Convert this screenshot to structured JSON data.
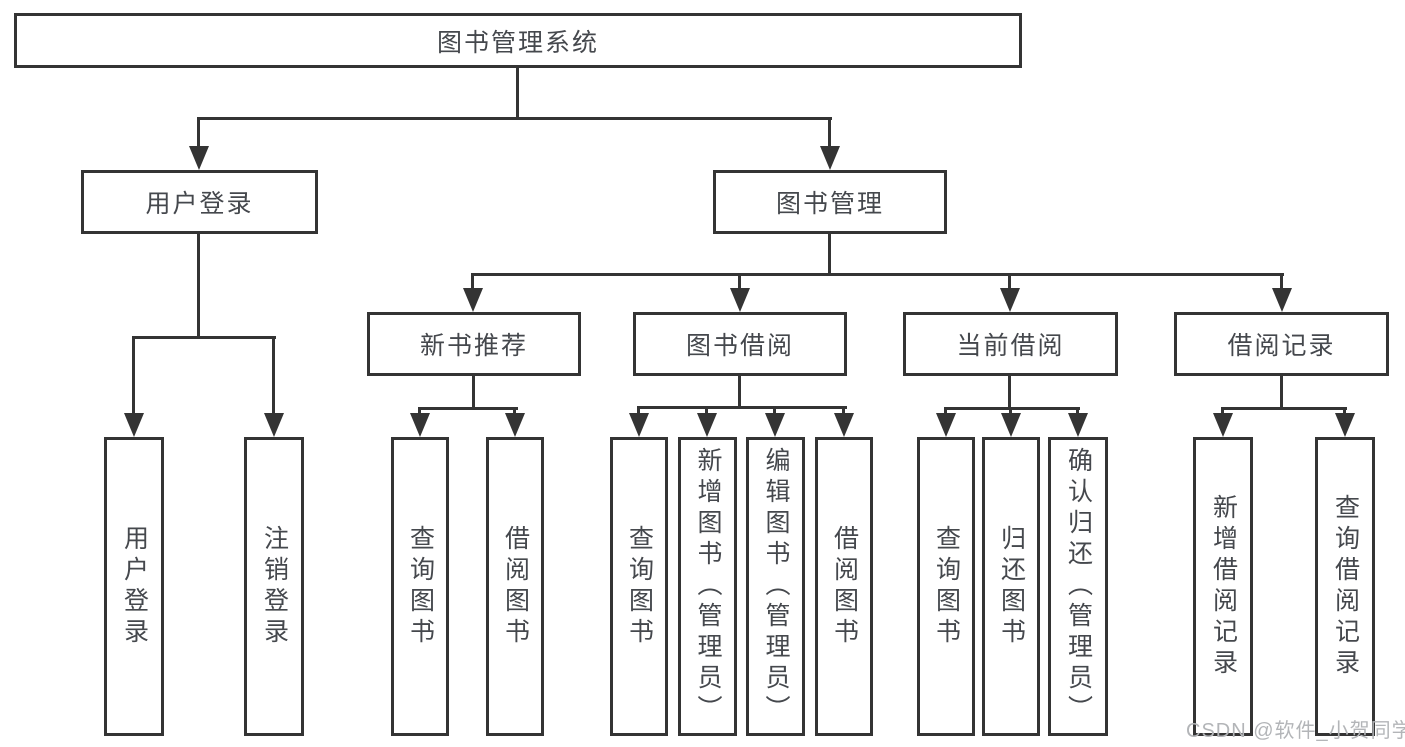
{
  "diagram": {
    "title": "图书管理系统",
    "branches": [
      {
        "label": "用户登录",
        "children": [
          {
            "label": "用户登录"
          },
          {
            "label": "注销登录"
          }
        ]
      },
      {
        "label": "图书管理",
        "children": [
          {
            "label": "新书推荐",
            "children": [
              {
                "label": "查询图书"
              },
              {
                "label": "借阅图书"
              }
            ]
          },
          {
            "label": "图书借阅",
            "children": [
              {
                "label": "查询图书"
              },
              {
                "label": "新增图书（管理员）"
              },
              {
                "label": "编辑图书（管理员）"
              },
              {
                "label": "借阅图书"
              }
            ]
          },
          {
            "label": "当前借阅",
            "children": [
              {
                "label": "查询图书"
              },
              {
                "label": "归还图书"
              },
              {
                "label": "确认归还（管理员）"
              }
            ]
          },
          {
            "label": "借阅记录",
            "children": [
              {
                "label": "新增借阅记录"
              },
              {
                "label": "查询借阅记录"
              }
            ]
          }
        ]
      }
    ]
  },
  "watermark": "CSDN @软件_小贺同学",
  "colors": {
    "line": "#343434",
    "text": "#45484d",
    "box_bg": "#ffffff",
    "watermark": "#b3b5b8"
  }
}
